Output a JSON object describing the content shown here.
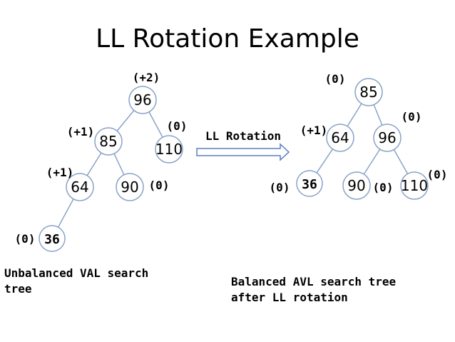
{
  "title": "LL Rotation Example",
  "captions": {
    "left": "Unbalanced VAL search\ntree",
    "right": "Balanced AVL  search tree\nafter LL rotation"
  },
  "arrow_label": "LL Rotation",
  "left_tree": {
    "nodes": [
      {
        "id": "n96",
        "value": "96",
        "bf": "(+2)"
      },
      {
        "id": "n85",
        "value": "85",
        "bf": "(+1)"
      },
      {
        "id": "n110",
        "value": "110",
        "bf": "(0)"
      },
      {
        "id": "n64",
        "value": "64",
        "bf": "(+1)"
      },
      {
        "id": "n90",
        "value": "90",
        "bf": "(0)"
      },
      {
        "id": "n36",
        "value": "36",
        "bf": "(0)"
      }
    ],
    "edges": [
      [
        "n96",
        "n85"
      ],
      [
        "n96",
        "n110"
      ],
      [
        "n85",
        "n64"
      ],
      [
        "n85",
        "n90"
      ],
      [
        "n64",
        "n36"
      ]
    ]
  },
  "right_tree": {
    "nodes": [
      {
        "id": "m85",
        "value": "85",
        "bf": "(0)"
      },
      {
        "id": "m64",
        "value": "64",
        "bf": "(+1)"
      },
      {
        "id": "m96",
        "value": "96",
        "bf": "(0)"
      },
      {
        "id": "m36",
        "value": "36",
        "bf": "(0)"
      },
      {
        "id": "m90",
        "value": "90",
        "bf": "(0)"
      },
      {
        "id": "m110",
        "value": "110",
        "bf": "(0)"
      }
    ],
    "edges": [
      [
        "m85",
        "m64"
      ],
      [
        "m85",
        "m96"
      ],
      [
        "m64",
        "m36"
      ],
      [
        "m96",
        "m90"
      ],
      [
        "m96",
        "m110"
      ]
    ]
  }
}
